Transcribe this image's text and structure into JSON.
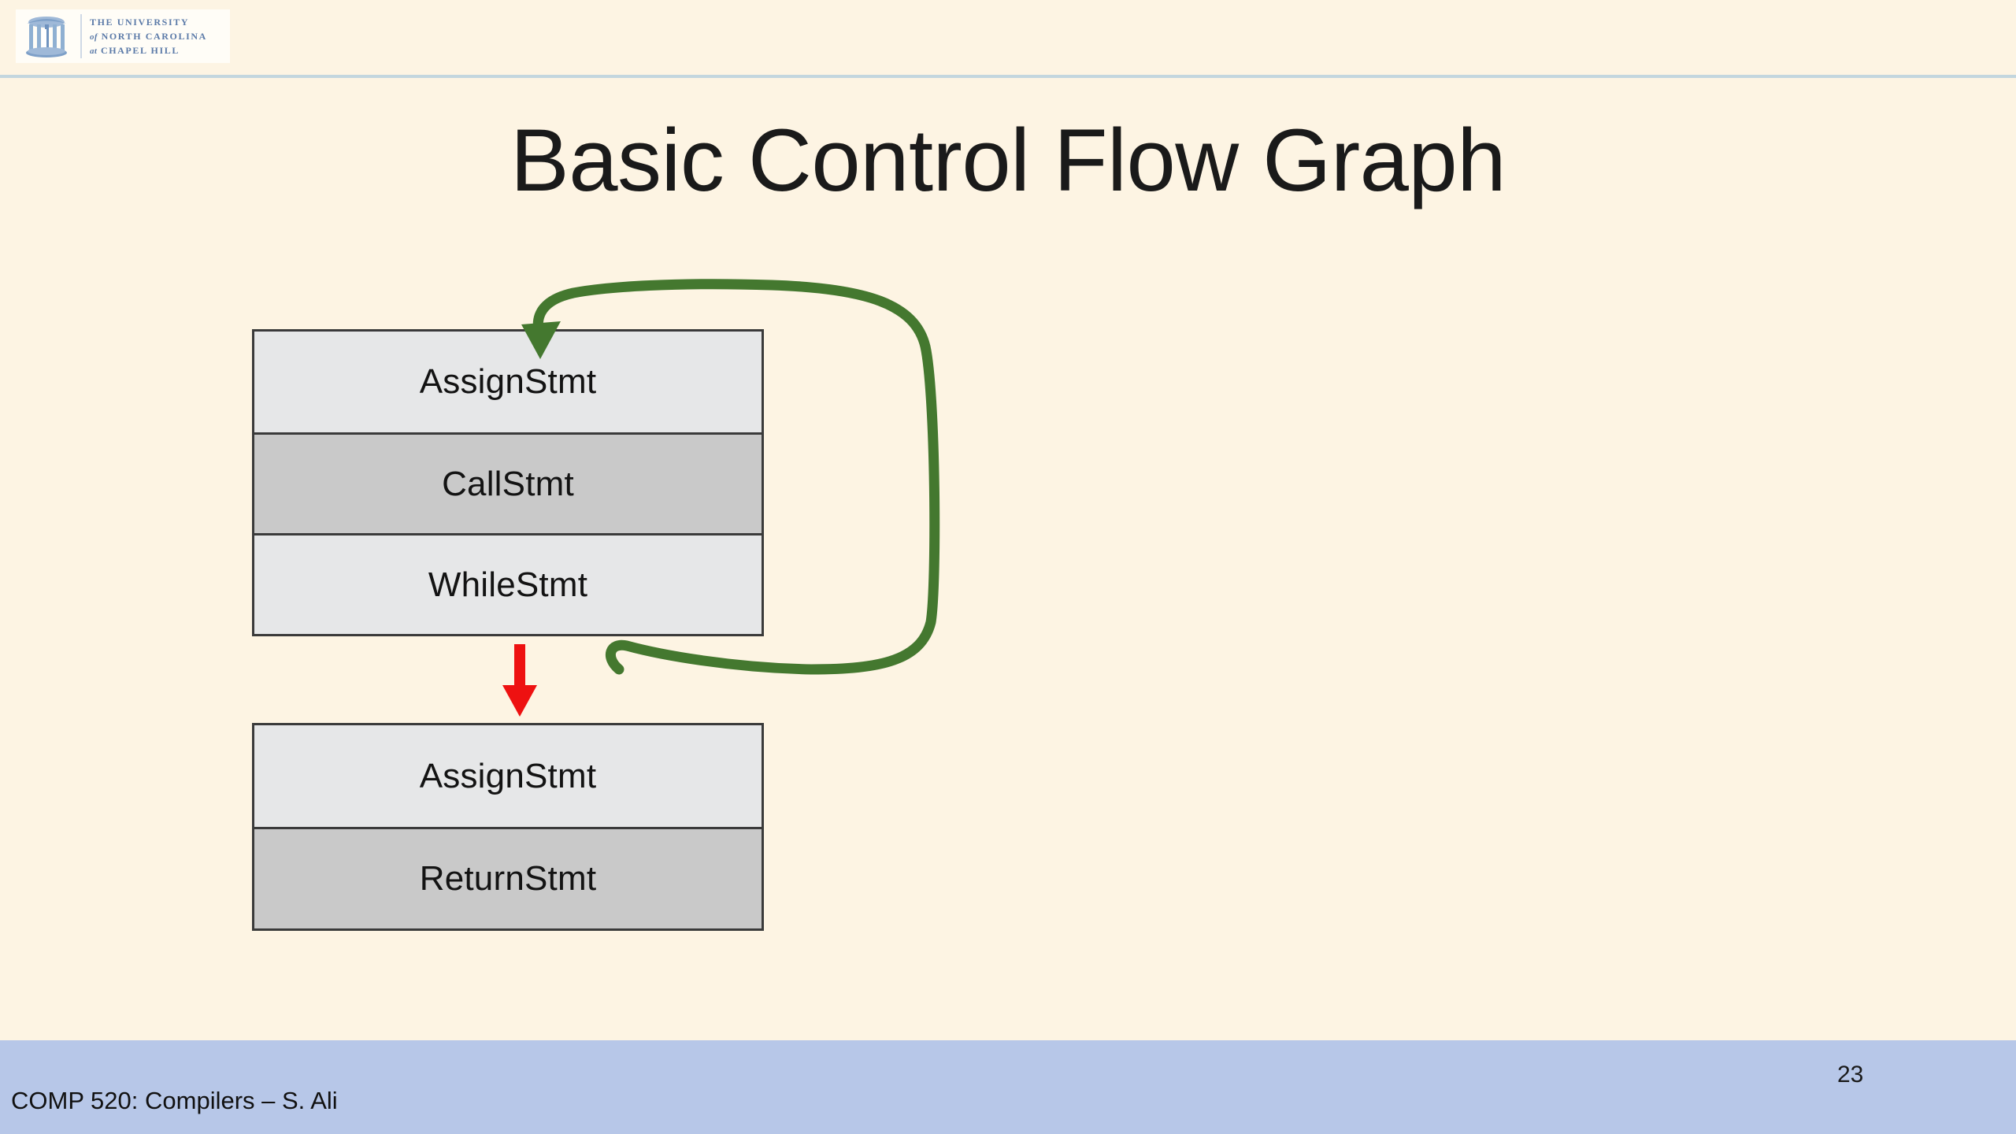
{
  "slide": {
    "title": "Basic Control Flow Graph",
    "background_color": "#fdf4e3",
    "number": "23"
  },
  "header": {
    "logo": {
      "icon": "unc-old-well-icon",
      "wordmark_line_1": "THE UNIVERSITY",
      "wordmark_prefix_2": "of",
      "wordmark_line_2": "NORTH CAROLINA",
      "wordmark_prefix_3": "at",
      "wordmark_line_3": "CHAPEL HILL",
      "color": "#5b7aa8"
    },
    "rule_color": "#c3d6de"
  },
  "diagram": {
    "type": "control-flow-graph",
    "blocks": [
      {
        "id": "basic-block-1",
        "rows": [
          {
            "label": "AssignStmt",
            "shade": "light",
            "color": "#e6e7e8"
          },
          {
            "label": "CallStmt",
            "shade": "dark",
            "color": "#c9c9c9"
          },
          {
            "label": "WhileStmt",
            "shade": "light",
            "color": "#e6e7e8"
          }
        ]
      },
      {
        "id": "basic-block-2",
        "rows": [
          {
            "label": "AssignStmt",
            "shade": "light",
            "color": "#e6e7e8"
          },
          {
            "label": "ReturnStmt",
            "shade": "dark",
            "color": "#c9c9c9"
          }
        ]
      }
    ],
    "edges": [
      {
        "id": "fallthrough-edge",
        "style": "straight-arrow",
        "direction": "down",
        "color": "#ee1111",
        "from": "basic-block-1",
        "to": "basic-block-2"
      },
      {
        "id": "loop-back-edge",
        "style": "curved-arrow",
        "direction": "loop-back",
        "color": "#44782f",
        "from": "basic-block-1",
        "to": "basic-block-1"
      }
    ]
  },
  "footer": {
    "text": "COMP 520: Compilers – S. Ali",
    "bar_color": "#b7c7e8"
  }
}
